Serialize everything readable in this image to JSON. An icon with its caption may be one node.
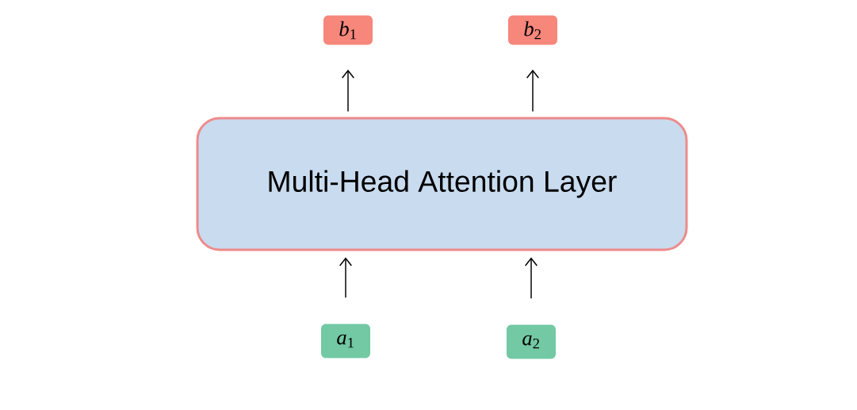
{
  "diagram": {
    "nodes": [
      {
        "text": [
          "*b*$_{1}$"
        ]
      },
      {
        "text": [
          "*b*$_{2}$"
        ]
      },
      {
        "text": [
          "Multi-Head Attention Layer"
        ]
      },
      {
        "text": [
          "*a*$_{1}$"
        ]
      },
      {
        "text": [
          "*a*$_{2}$"
        ]
      }
    ],
    "edges": [
      {
        "from": 2,
        "to": 0,
        "arrow": "to"
      },
      {
        "from": 2,
        "to": 1,
        "arrow": "to"
      },
      {
        "from": 3,
        "to": 2,
        "arrow": "to"
      },
      {
        "from": 4,
        "to": 2,
        "arrow": "to"
      }
    ]
  }
}
